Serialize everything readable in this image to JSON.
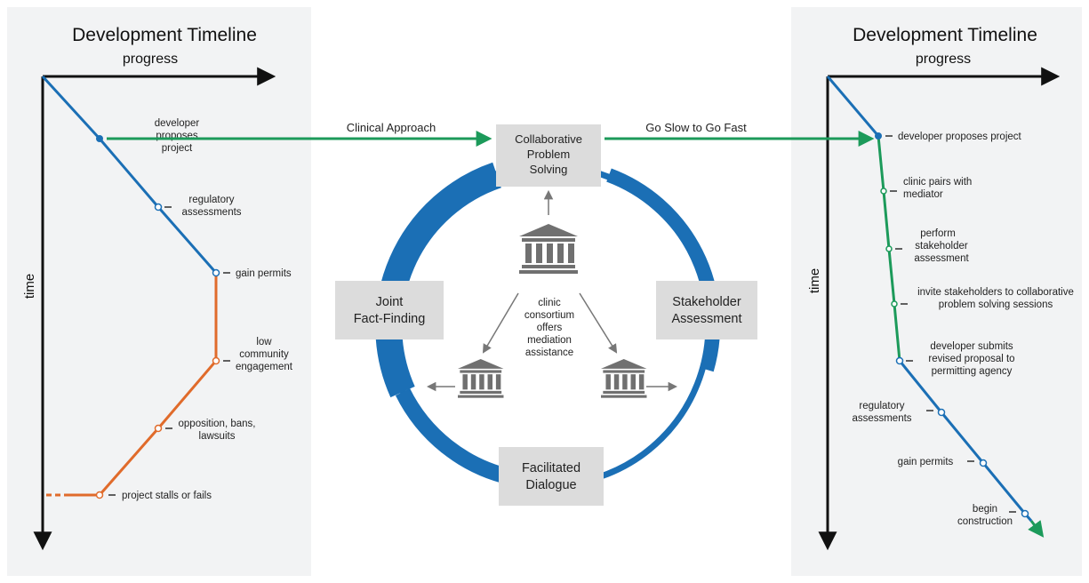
{
  "left_panel": {
    "title": "Development Timeline",
    "x_axis_label": "progress",
    "y_axis_label": "time",
    "milestones": [
      {
        "lines": [
          "developer",
          "proposes",
          "project"
        ]
      },
      {
        "lines": [
          "regulatory",
          "assessments"
        ]
      },
      {
        "lines": [
          "gain permits"
        ]
      },
      {
        "lines": [
          "low",
          "community",
          "engagement"
        ]
      },
      {
        "lines": [
          "opposition, bans,",
          "lawsuits"
        ]
      },
      {
        "lines": [
          "project stalls or fails"
        ]
      }
    ]
  },
  "right_panel": {
    "title": "Development Timeline",
    "x_axis_label": "progress",
    "y_axis_label": "time",
    "milestones": [
      {
        "lines": [
          "developer proposes project"
        ]
      },
      {
        "lines": [
          "clinic pairs with",
          "mediator"
        ]
      },
      {
        "lines": [
          "perform",
          "stakeholder",
          "assessment"
        ]
      },
      {
        "lines": [
          "invite stakeholders to collaborative",
          "problem solving sessions"
        ]
      },
      {
        "lines": [
          "developer submits",
          "revised proposal to",
          "permitting agency"
        ]
      },
      {
        "lines": [
          "regulatory",
          "assessments"
        ]
      },
      {
        "lines": [
          "gain permits"
        ]
      },
      {
        "lines": [
          "begin",
          "construction"
        ]
      }
    ]
  },
  "connectors": {
    "left_label": "Clinical Approach",
    "right_label": "Go Slow to Go Fast"
  },
  "cycle": {
    "stages": {
      "top": [
        "Collaborative",
        "Problem",
        "Solving"
      ],
      "left": [
        "Joint",
        "Fact-Finding"
      ],
      "right": [
        "Stakeholder",
        "Assessment"
      ],
      "bottom": [
        "Facilitated",
        "Dialogue"
      ]
    },
    "center_text": [
      "clinic",
      "consortium",
      "offers",
      "mediation",
      "assistance"
    ]
  },
  "colors": {
    "blue": "#1b6fb5",
    "orange": "#e06b2b",
    "green": "#1c9a5a",
    "dark": "#111111",
    "panel": "#f2f3f4",
    "box": "#dcdcdc",
    "building": "#707070"
  }
}
